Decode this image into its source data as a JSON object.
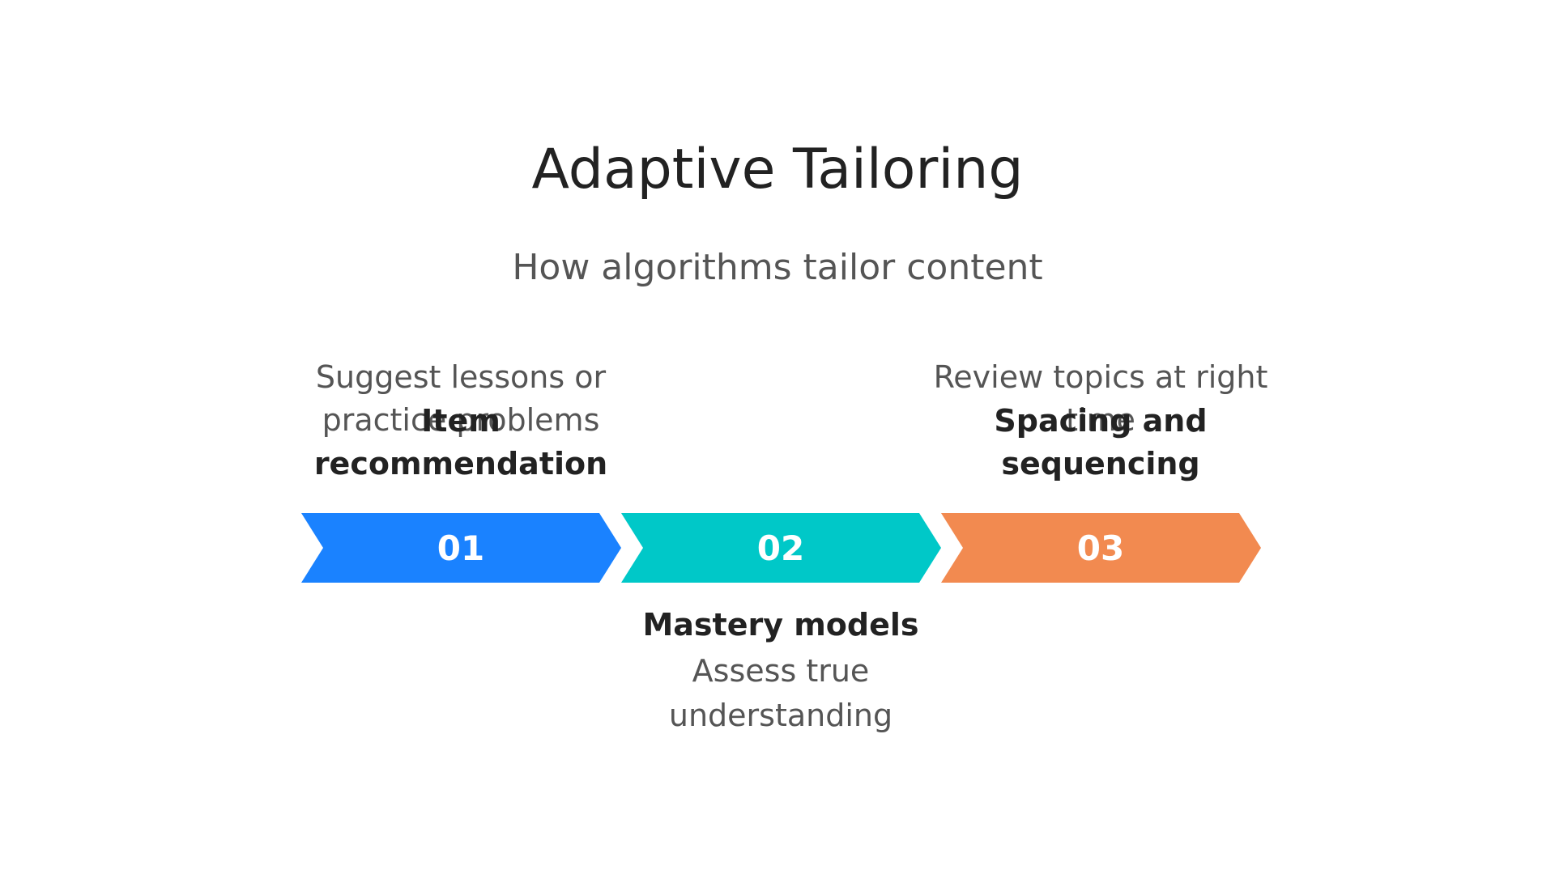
{
  "title": "Adaptive Tailoring",
  "subtitle": "How algorithms tailor content",
  "steps": [
    {
      "number": "01",
      "heading": "Item recommendation",
      "description": "Suggest lessons or practice problems",
      "color": "#1A82FF"
    },
    {
      "number": "02",
      "heading": "Mastery models",
      "description": "Assess true understanding",
      "color": "#00C8C8"
    },
    {
      "number": "03",
      "heading": "Spacing and sequencing",
      "description": "Review topics at right time",
      "color": "#F28A50"
    }
  ]
}
